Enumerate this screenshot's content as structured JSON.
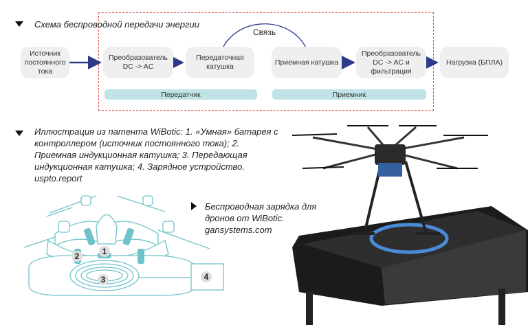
{
  "scheme": {
    "title": "Схема беспроводной передачи энергии",
    "link_label": "Связь",
    "blocks": [
      "Источник постоянного тока",
      "Преобразователь DC -> AC",
      "Передаточная катушка",
      "Приемная катушка",
      "Преобразователь DC -> AC и фильтрация",
      "Нагрузка (БПЛА)"
    ],
    "groups": [
      "Передатчик",
      "Приемник"
    ],
    "colors": {
      "arrow": "#2c3a8c",
      "dashed": "#e84a4a",
      "band": "#bfe3e6"
    }
  },
  "patent": {
    "caption": "Иллюстрация из патента WiBotic: 1. «Умная» батарея с контроллером (источник постоянного тока); 2. Приемная индукционная катушка; 3. Передающая индукционная катушка; 4. Зарядное устройство. uspto.report",
    "labels": [
      "1",
      "2",
      "3",
      "4"
    ]
  },
  "photo": {
    "caption": "Беспроводная зарядка для дронов от WiBotic. gansystems.com"
  }
}
